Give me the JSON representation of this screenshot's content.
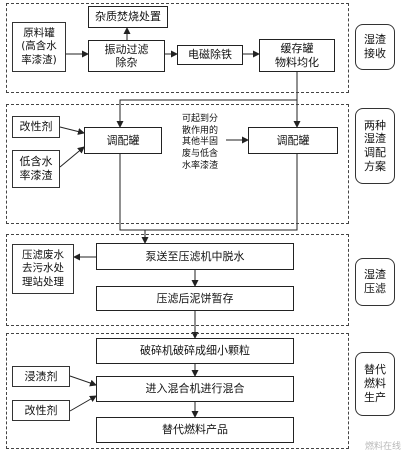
{
  "stages": [
    {
      "id": "s1",
      "label": "湿渣\n接收"
    },
    {
      "id": "s2",
      "label": "两种\n湿渣\n调配\n方案"
    },
    {
      "id": "s3",
      "label": "湿渣\n压滤"
    },
    {
      "id": "s4",
      "label": "替代\n燃料\n生产"
    }
  ],
  "nodes": {
    "raw_tank": "原料罐\n(高含水\n率漆渣)",
    "impurity_burn": "杂质焚烧处置",
    "vibration_filter": "振动过滤\n除杂",
    "magnetic": "电磁除铁",
    "buffer_tank": "缓存罐\n物料均化",
    "modifier1": "改性剂",
    "low_water": "低含水\n率漆渣",
    "mix_tank1": "调配罐",
    "mix_tank2": "调配罐",
    "dispersant_note": "可起到分\n散作用的\n其他半固\n废与低含\n水率漆渣",
    "pump_press": "泵送至压滤机中脱水",
    "wastewater": "压滤废水\n去污水处\n理站处理",
    "filter_cake": "压滤后泥饼暂存",
    "crusher": "破碎机破碎成细小颗粒",
    "soak_agent": "浸渍剂",
    "modifier2": "改性剂",
    "mixer": "进入混合机进行混合",
    "fuel_product": "替代燃料产品"
  },
  "watermark": "燃料在线"
}
